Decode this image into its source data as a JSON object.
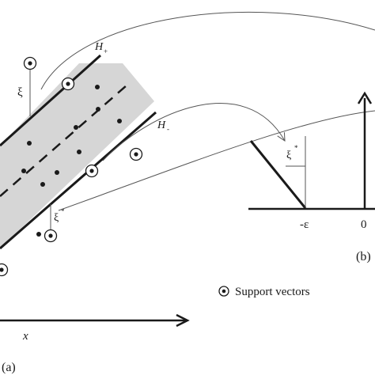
{
  "panel_a": {
    "label": "(a)",
    "x_axis_label": "x",
    "hyperplane_upper_label": "H",
    "hyperplane_upper_sub": "+",
    "hyperplane_lower_label": "H",
    "hyperplane_lower_sub": "-",
    "slack_upper_label": "ξ",
    "slack_lower_label": "ξ",
    "slack_lower_sup": "*"
  },
  "panel_b": {
    "label": "(b)",
    "slack_label": "ξ",
    "slack_sup": "*",
    "tick_neg_epsilon": "-ε",
    "tick_zero": "0"
  },
  "legend": {
    "support_vectors_label": "Support vectors"
  },
  "colors": {
    "band_fill": "#d6d6d6",
    "ink": "#1a1a1a",
    "thin_line": "#555555"
  }
}
